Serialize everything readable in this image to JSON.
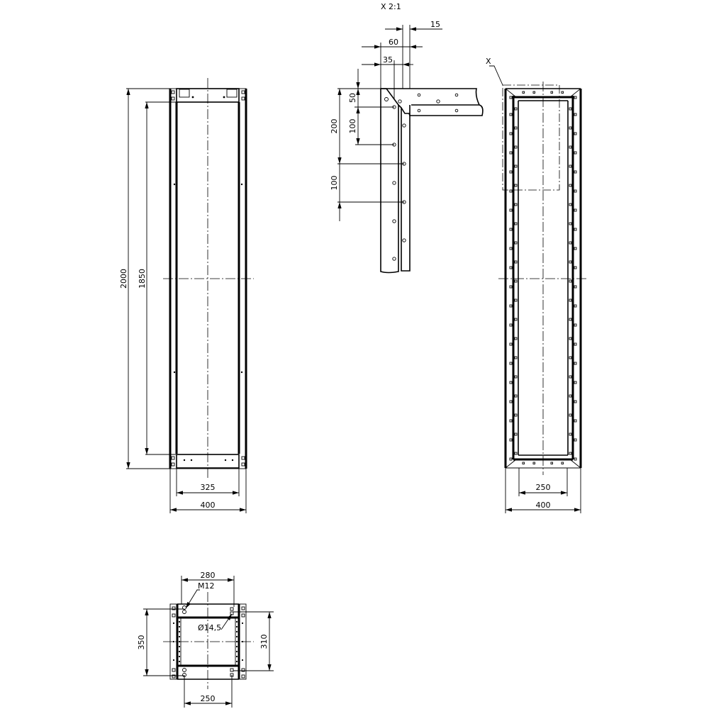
{
  "drawing": {
    "type": "technical-drawing",
    "subject": "enclosure frame / plinth with mounting holes",
    "views": {
      "front": {
        "dimensions": {
          "overall_height": "2000",
          "inner_height": "1850",
          "inner_width": "325",
          "overall_width": "400"
        }
      },
      "detail": {
        "label": "X 2:1",
        "dimensions": {
          "d15": "15",
          "d60": "60",
          "d35": "35",
          "d50": "50",
          "d100_a": "100",
          "d200": "200",
          "d100_b": "100"
        }
      },
      "side": {
        "detail_marker": "X",
        "dimensions": {
          "inner_width": "250",
          "overall_width": "400"
        }
      },
      "plan": {
        "dimensions": {
          "top_width": "280",
          "thread": "M12",
          "hole_diameter": "Ø14,5",
          "depth": "350",
          "inner_depth": "310",
          "bottom_width": "250"
        }
      }
    }
  }
}
